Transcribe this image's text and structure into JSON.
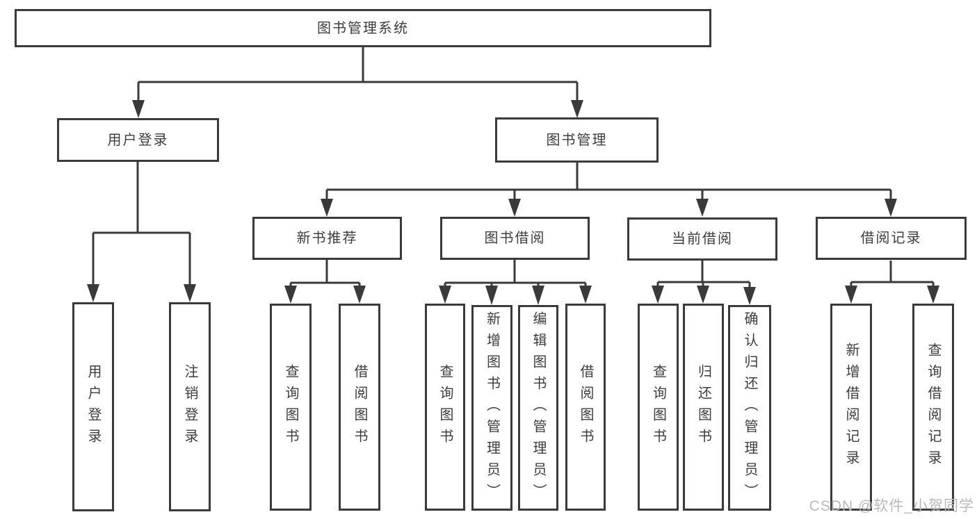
{
  "title": "图书管理系统",
  "tree": {
    "root": {
      "label": "图书管理系统"
    },
    "branches": [
      {
        "label": "用户登录",
        "children": [
          {
            "label": "用户登录"
          },
          {
            "label": "注销登录"
          }
        ]
      },
      {
        "label": "图书管理",
        "children": [
          {
            "label": "新书推荐",
            "children": [
              {
                "label": "查询图书"
              },
              {
                "label": "借阅图书"
              }
            ]
          },
          {
            "label": "图书借阅",
            "children": [
              {
                "label": "查询图书"
              },
              {
                "label": "新增图书（管理员）"
              },
              {
                "label": "编辑图书（管理员）"
              },
              {
                "label": "借阅图书"
              }
            ]
          },
          {
            "label": "当前借阅",
            "children": [
              {
                "label": "查询图书"
              },
              {
                "label": "归还图书"
              },
              {
                "label": "确认归还（管理员）"
              }
            ]
          },
          {
            "label": "借阅记录",
            "children": [
              {
                "label": "新增借阅记录"
              },
              {
                "label": "查询借阅记录"
              }
            ]
          }
        ]
      }
    ]
  },
  "watermark": {
    "text": "CSDN @软件_小贺同学"
  },
  "colors": {
    "line": "#3a3a3a",
    "box_border": "#3a3a3a",
    "text": "#3d3d3d",
    "background": "#ffffff",
    "watermark_text": "#b9b9b9"
  }
}
